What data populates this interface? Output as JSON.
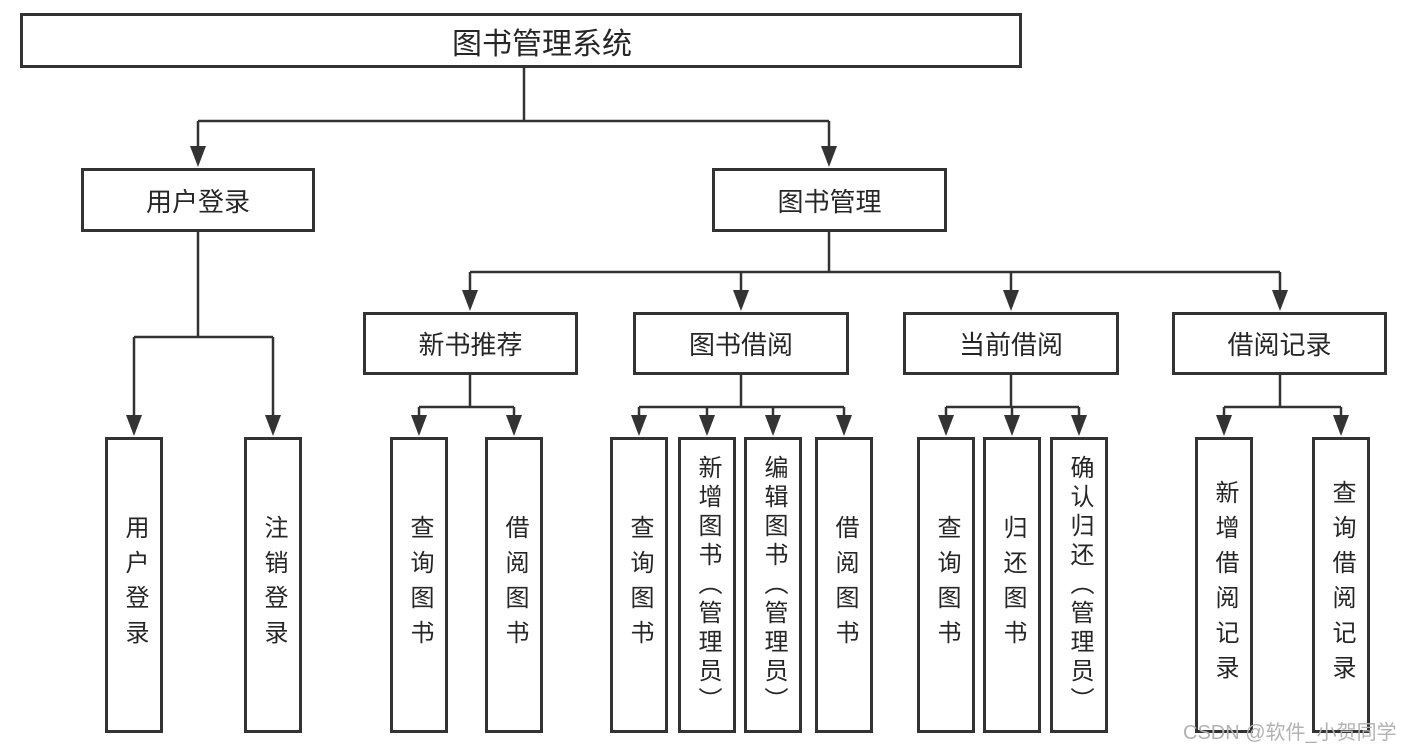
{
  "diagram": {
    "root": "图书管理系统",
    "user_login": {
      "label": "用户登录",
      "children": [
        "用户登录",
        "注销登录"
      ]
    },
    "book_mgmt": {
      "label": "图书管理",
      "sections": [
        {
          "label": "新书推荐",
          "children": [
            "查询图书",
            "借阅图书"
          ]
        },
        {
          "label": "图书借阅",
          "children": [
            "查询图书",
            "新增图书（管理员）",
            "编辑图书（管理员）",
            "借阅图书"
          ]
        },
        {
          "label": "当前借阅",
          "children": [
            "查询图书",
            "归还图书",
            "确认归还（管理员）"
          ]
        },
        {
          "label": "借阅记录",
          "children": [
            "新增借阅记录",
            "查询借阅记录"
          ]
        }
      ]
    }
  },
  "watermark": "CSDN @软件_小贺同学",
  "colors": {
    "line": "#333333",
    "border": "#333333",
    "text": "#262626",
    "watermark": "#b2b2b2",
    "background": "#ffffff"
  }
}
